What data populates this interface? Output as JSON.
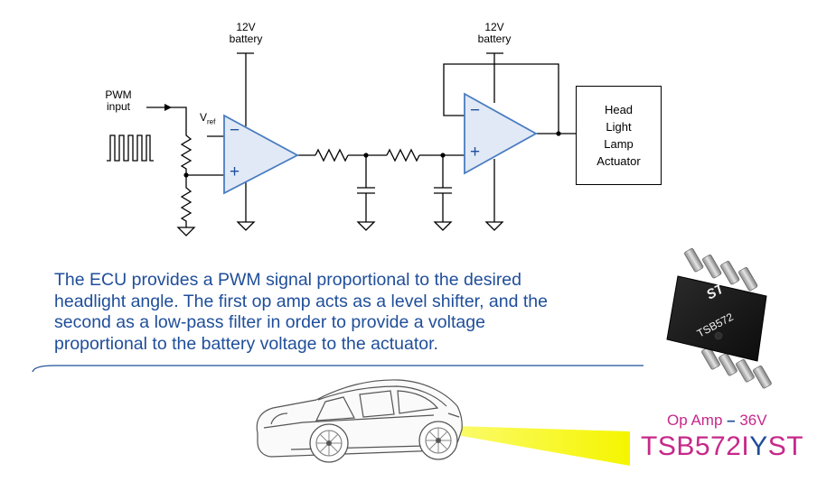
{
  "circuit": {
    "battery1_label": [
      "12V",
      "battery"
    ],
    "battery2_label": [
      "12V",
      "battery"
    ],
    "pwm_label": [
      "PWM",
      "input"
    ],
    "vref_main": "V",
    "vref_sub": "ref",
    "opamp_minus": "−",
    "opamp_plus": "+",
    "actuator_lines": [
      "Head",
      "Light",
      "Lamp",
      "Actuator"
    ]
  },
  "description_lines": [
    "The ECU provides a PWM signal proportional to the desired",
    "headlight angle. The first op amp acts as a level shifter, and the",
    "second as a low-pass filter in order to provide a voltage",
    "proportional to the battery voltage to the actuator."
  ],
  "chip": {
    "marking": "TSB572",
    "logo": "ST"
  },
  "product": {
    "label_left": "Op Amp ",
    "label_dash": "–",
    "label_right": " 36V",
    "part_prefix": "TSB572I",
    "part_y": "Y",
    "part_suffix": "ST"
  },
  "colors": {
    "opamp_fill": "#e1e9f6",
    "opamp_stroke": "#4a7dc0",
    "text_blue": "#1f4e9a",
    "accent_magenta": "#c6288a",
    "headlight_beam": "#f5f500"
  },
  "icons": {
    "car": "car-illustration",
    "chip": "ic-chip-image",
    "pwm": "pulse-train-icon",
    "ground": "ground-symbol-icon"
  }
}
